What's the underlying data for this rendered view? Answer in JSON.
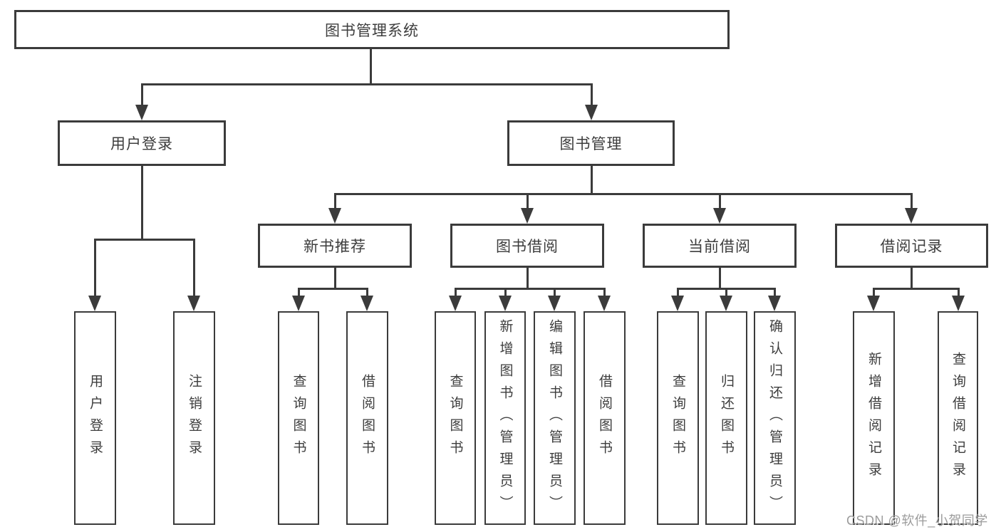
{
  "tree": {
    "root": "图书管理系统",
    "branches": [
      {
        "label": "用户登录",
        "children": [
          "用户登录",
          "注销登录"
        ]
      },
      {
        "label": "图书管理",
        "children": [
          {
            "label": "新书推荐",
            "children": [
              "查询图书",
              "借阅图书"
            ]
          },
          {
            "label": "图书借阅",
            "children": [
              "查询图书",
              "新增图书（管理员）",
              "编辑图书（管理员）",
              "借阅图书"
            ]
          },
          {
            "label": "当前借阅",
            "children": [
              "查询图书",
              "归还图书",
              "确认归还（管理员）"
            ]
          },
          {
            "label": "借阅记录",
            "children": [
              "新增借阅记录",
              "查询借阅记录"
            ]
          }
        ]
      }
    ]
  },
  "watermark": "CSDN @软件_小贺同学",
  "colors": {
    "line": "#3b3b3b",
    "box_border": "#3b3b3b",
    "text": "#3d3d3d",
    "watermark_text": "#9c9c9c",
    "background": "#ffffff"
  }
}
